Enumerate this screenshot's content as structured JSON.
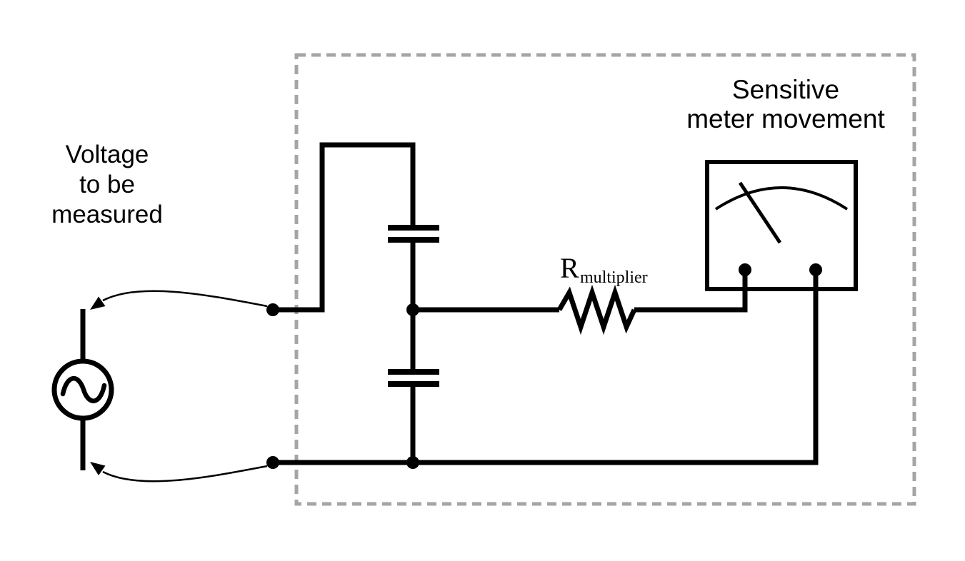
{
  "diagram": {
    "labels": {
      "source": {
        "line1": "Voltage",
        "line2": "to be",
        "line3": "measured"
      },
      "meter": {
        "line1": "Sensitive",
        "line2": "meter movement"
      },
      "resistor": {
        "main": "R",
        "sub": "multiplier"
      }
    },
    "colors": {
      "line": "#000000",
      "dashed_border": "#a5a5a8",
      "background": "#ffffff"
    },
    "components": [
      "ac-voltage-source",
      "capacitive-divider-capacitor-1",
      "capacitive-divider-capacitor-2",
      "multiplier-resistor",
      "sensitive-meter-movement"
    ]
  }
}
